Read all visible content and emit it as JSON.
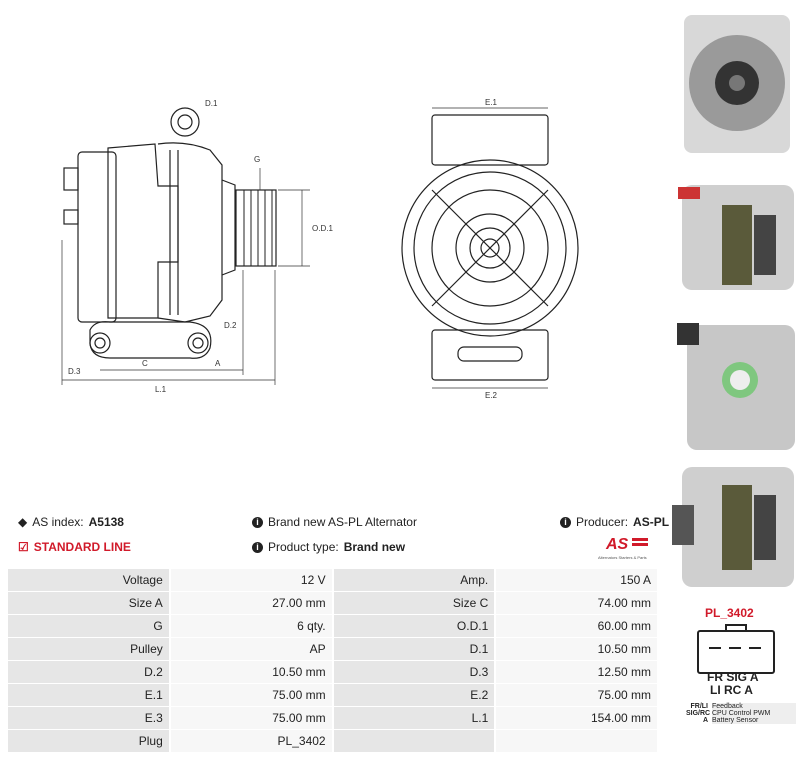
{
  "drawing": {
    "labels": {
      "d1": "D.1",
      "g": "G",
      "od1": "O.D.1",
      "d2": "D.2",
      "d3": "D.3",
      "c": "C",
      "a": "A",
      "l1": "L.1",
      "e1": "E.1",
      "e2": "E.2"
    }
  },
  "photos": [
    {
      "icon": "alternator-front-photo"
    },
    {
      "icon": "alternator-side-photo"
    },
    {
      "icon": "alternator-rear-photo"
    },
    {
      "icon": "alternator-side-photo-2"
    }
  ],
  "info": {
    "as_index_label": "AS index:",
    "as_index_value": "A5138",
    "brand_text": "Brand new AS-PL Alternator",
    "producer_label": "Producer:",
    "producer_value": "AS-PL",
    "standard_line": "STANDARD LINE",
    "product_type_label": "Product type:",
    "product_type_value": "Brand new",
    "logo_text": "AS",
    "logo_tagline": "Alternators Starters & Parts"
  },
  "specs": [
    [
      "Voltage",
      "12 V",
      "Amp.",
      "150 A"
    ],
    [
      "Size A",
      "27.00 mm",
      "Size C",
      "74.00 mm"
    ],
    [
      "G",
      "6 qty.",
      "O.D.1",
      "60.00 mm"
    ],
    [
      "Pulley",
      "AP",
      "D.1",
      "10.50 mm"
    ],
    [
      "D.2",
      "10.50 mm",
      "D.3",
      "12.50 mm"
    ],
    [
      "E.1",
      "75.00 mm",
      "E.2",
      "75.00 mm"
    ],
    [
      "E.3",
      "75.00 mm",
      "L.1",
      "154.00 mm"
    ],
    [
      "Plug",
      "PL_3402",
      "",
      ""
    ]
  ],
  "plug": {
    "title": "PL_3402",
    "row1": "FR SIG  A",
    "row2": "LI  RC  A",
    "legend": [
      {
        "key": "FR/LI",
        "text": "Feedback"
      },
      {
        "key": "SIG/RC",
        "text": "CPU Control PWM"
      },
      {
        "key": "A",
        "text": "Battery Sensor"
      }
    ]
  }
}
